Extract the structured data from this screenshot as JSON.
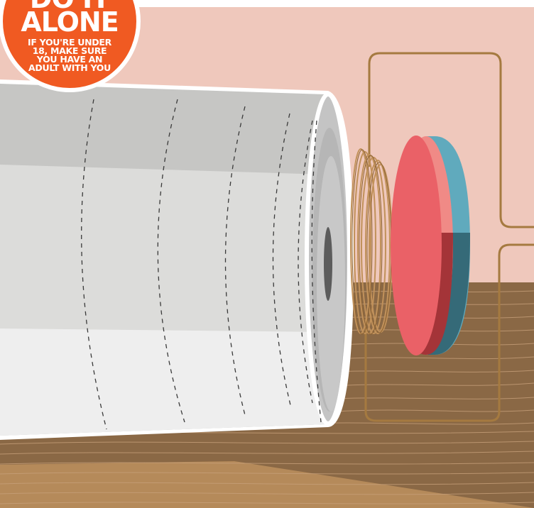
{
  "badge": {
    "headline_line1": "DO IT",
    "headline_line2": "ALONE",
    "message": "IF YOU'RE UNDER 18, MAKE SURE YOU HAVE AN ADULT WITH YOU"
  },
  "colors": {
    "wall": "#efc8bc",
    "table": "#8a6845",
    "table_light": "#b88b5c",
    "badge": "#f05a22",
    "cup": "#d6d6d6",
    "coil": "#b8864a",
    "magnet_red": "#e8616a",
    "magnet_blue": "#5ea9bd"
  },
  "illustration": {
    "objects": [
      "paper-cup",
      "copper-wire-coil",
      "disc-magnet",
      "wire-loop",
      "wooden-table",
      "wall"
    ]
  }
}
